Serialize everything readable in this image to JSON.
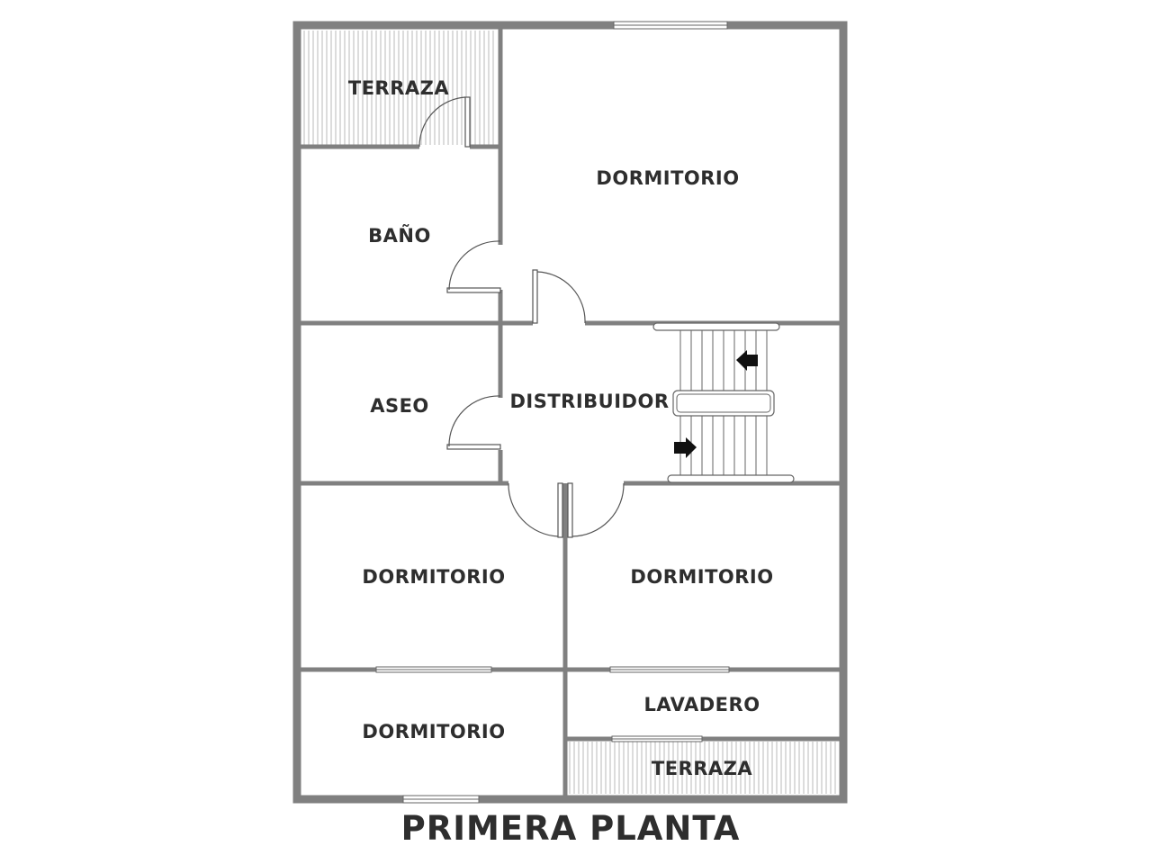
{
  "title": "PRIMERA PLANTA",
  "rooms": {
    "terraza_top": "TERRAZA",
    "dormitorio_main": "DORMITORIO",
    "bano": "BAÑO",
    "aseo": "ASEO",
    "distribuidor": "DISTRIBUIDOR",
    "dormitorio_left": "DORMITORIO",
    "dormitorio_right": "DORMITORIO",
    "dormitorio_bottom": "DORMITORIO",
    "lavadero": "LAVADERO",
    "terraza_bottom": "TERRAZA"
  },
  "colors": {
    "wall": "#808080",
    "text": "#2e2e2e",
    "hatch": "#b8b8b8"
  }
}
